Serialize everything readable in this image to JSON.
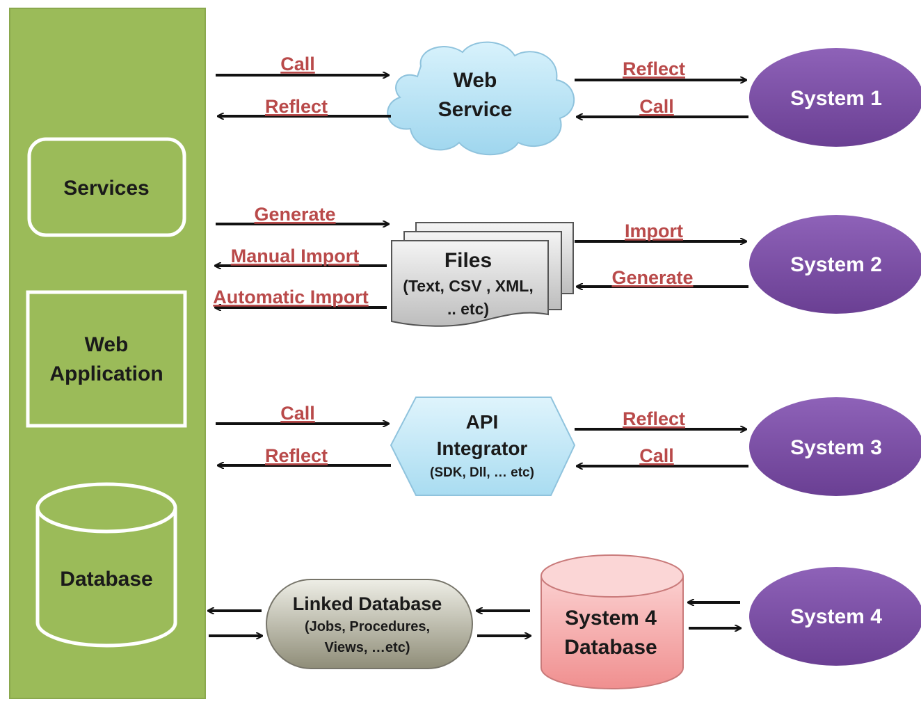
{
  "left_panel": {
    "services": "Services",
    "web_application": [
      "Web",
      "Application"
    ],
    "database": "Database"
  },
  "web_service": {
    "title": [
      "Web",
      "Service"
    ],
    "left_arrows": {
      "call": "Call",
      "reflect": "Reflect"
    },
    "right_arrows": {
      "reflect": "Reflect",
      "call": "Call"
    },
    "system": "System 1"
  },
  "files": {
    "title": "Files",
    "subtitle": [
      "(Text, CSV , XML,",
      ".. etc)"
    ],
    "left_arrows": {
      "generate": "Generate",
      "manual_import": "Manual Import",
      "automatic_import": "Automatic Import"
    },
    "right_arrows": {
      "import": "Import",
      "generate": "Generate"
    },
    "system": "System 2"
  },
  "api": {
    "title": [
      "API",
      "Integrator"
    ],
    "subtitle": "(SDK, Dll, … etc)",
    "left_arrows": {
      "call": "Call",
      "reflect": "Reflect"
    },
    "right_arrows": {
      "reflect": "Reflect",
      "call": "Call"
    },
    "system": "System 3"
  },
  "linked": {
    "title": "Linked Database",
    "subtitle": [
      "(Jobs, Procedures,",
      "Views, …etc)"
    ],
    "system_db": [
      "System 4",
      "Database"
    ],
    "system": "System 4"
  },
  "colors": {
    "panel_green": "#9bbb59",
    "system_purple": "#7f54a8",
    "cloud_blue": "#bfe6f5",
    "api_blue": "#c6e8f7",
    "db_pink": "#f6a9a9",
    "label_red": "#b94a4a"
  }
}
